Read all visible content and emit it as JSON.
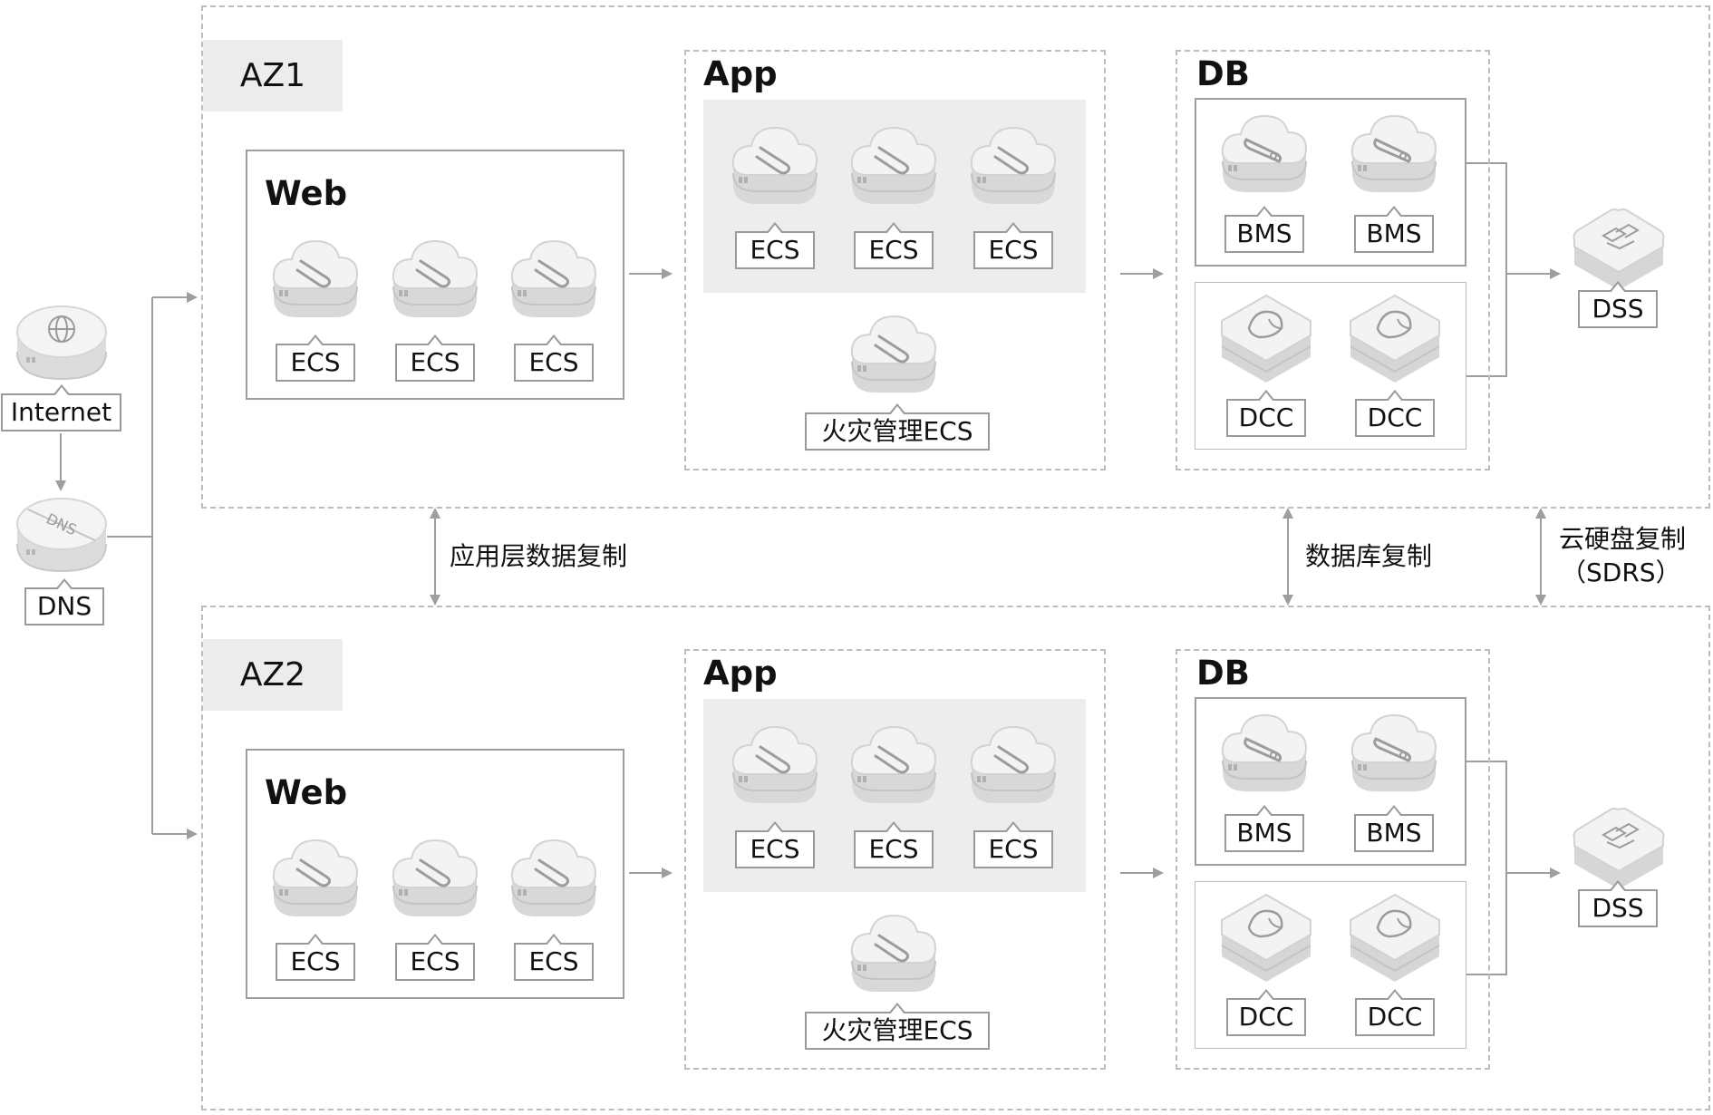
{
  "internet": {
    "label": "Internet"
  },
  "dns": {
    "label": "DNS",
    "icon_text": "DNS"
  },
  "az1": {
    "label": "AZ1",
    "web": {
      "title": "Web",
      "servers": [
        "ECS",
        "ECS",
        "ECS"
      ]
    },
    "app": {
      "title": "App",
      "servers": [
        "ECS",
        "ECS",
        "ECS"
      ],
      "dr_server": "火灾管理ECS"
    },
    "db": {
      "title": "DB",
      "bms": [
        "BMS",
        "BMS"
      ],
      "dcc": [
        "DCC",
        "DCC"
      ]
    },
    "dss": {
      "label": "DSS"
    }
  },
  "az2": {
    "label": "AZ2",
    "web": {
      "title": "Web",
      "servers": [
        "ECS",
        "ECS",
        "ECS"
      ]
    },
    "app": {
      "title": "App",
      "servers": [
        "ECS",
        "ECS",
        "ECS"
      ],
      "dr_server": "火灾管理ECS"
    },
    "db": {
      "title": "DB",
      "bms": [
        "BMS",
        "BMS"
      ],
      "dcc": [
        "DCC",
        "DCC"
      ]
    },
    "dss": {
      "label": "DSS"
    }
  },
  "replication": {
    "app_layer": "应用层数据复制",
    "database": "数据库复制",
    "disk_line1": "云硬盘复制",
    "disk_line2": "（SDRS）"
  },
  "colors": {
    "line": "#9e9e9e",
    "dash": "#bdbdbd",
    "panel": "#ededed",
    "icon_top": "#f3f3f3",
    "icon_side": "#d9d9d9"
  }
}
